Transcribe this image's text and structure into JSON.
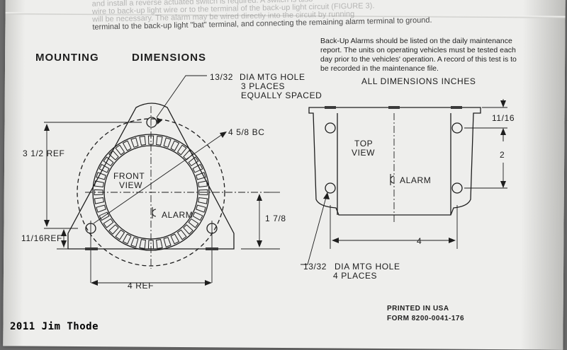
{
  "bleed_text": {
    "line1": "and install a reverse actuated switch is required. A switch is also",
    "line2": "wire to back-up light wire or to the terminal of the back-up light circuit (FIGURE 3).",
    "line3": "will be necessary. The alarm may be wired directly into the circuit by running",
    "line4": "terminal to the back-up light \"bat\" terminal, and connecting the remaining alarm terminal to ground."
  },
  "headings": {
    "mounting": "MOUNTING",
    "dimensions": "DIMENSIONS"
  },
  "maintenance_note": "Back-Up Alarms should be listed on the daily maintenance report. The units on operating vehicles must be tested each day prior to the vehicles' operation. A record of this test is to be recorded in the maintenance file.",
  "all_dimensions": "ALL DIMENSIONS INCHES",
  "front": {
    "mtg_hole_frac": "13/32",
    "mtg_hole_line1": "DIA MTG HOLE",
    "mtg_hole_line2": "3 PLACES",
    "mtg_hole_line3": "EQUALLY SPACED",
    "bc": "4 5/8 BC",
    "ref_height": "3 1/2 REF",
    "front_view_1": "FRONT",
    "front_view_2": "VIEW",
    "alarm": "ALARM",
    "dim_178": "1 7/8",
    "dim_1116ref": "11/16REF",
    "width_ref": "4 REF"
  },
  "top": {
    "top_view_1": "TOP",
    "top_view_2": "VIEW",
    "alarm": "ALARM",
    "dim_1116": "11/16",
    "dim_2": "2",
    "dim_4": "4",
    "mtg_hole_frac": "13/32",
    "mtg_hole_line1": "DIA MTG HOLE",
    "mtg_hole_line2": "4 PLACES"
  },
  "footer": {
    "printed": "PRINTED IN USA",
    "form": "FORM 8200-0041-176"
  },
  "credit": "2011 Jim Thode"
}
